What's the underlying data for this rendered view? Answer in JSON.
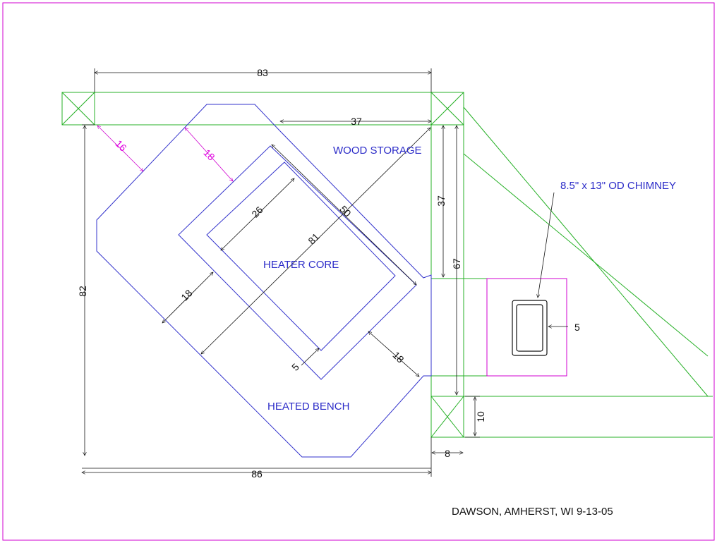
{
  "labels": {
    "wood_storage": "WOOD STORAGE",
    "heater_core": "HEATER CORE",
    "heated_bench": "HEATED BENCH",
    "chimney": "8.5\" x 13\" OD CHIMNEY",
    "credit": "DAWSON, AMHERST, WI  9-13-05"
  },
  "dimensions": {
    "top_width": "83",
    "bottom_width": "86",
    "left_height": "82",
    "storage_width": "37",
    "storage_height": "37",
    "right_height": "67",
    "post_height": "10",
    "post_width": "8",
    "chimney_gap": "5",
    "core_diagonal": "81",
    "core_side": "50",
    "core_width": "26",
    "bench_left": "18",
    "bench_right": "18",
    "core_wall": "5",
    "offset_a": "16",
    "offset_b": "18"
  },
  "colors": {
    "frame": "#27b027",
    "heater": "#3333cc",
    "border": "#d000d0",
    "dimension": "#111111"
  }
}
